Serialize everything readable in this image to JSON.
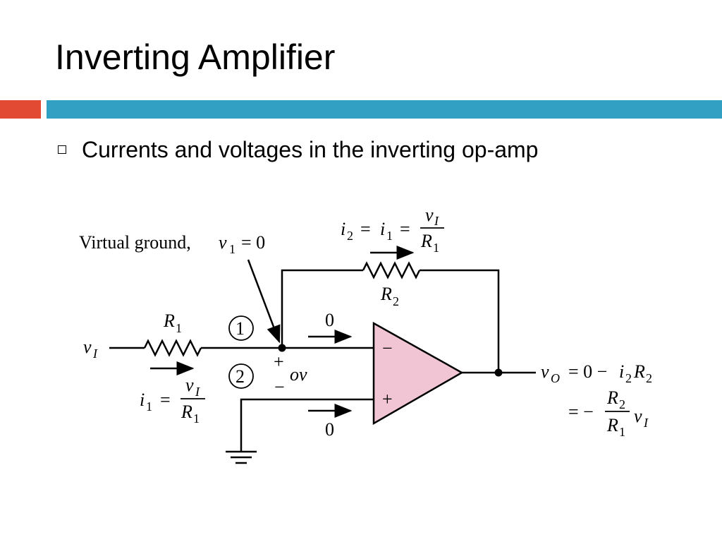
{
  "slide": {
    "title": "Inverting Amplifier",
    "bullet": "Currents and voltages in the inverting op-amp",
    "colors": {
      "accent_red": "#e24a33",
      "accent_blue": "#31a0c2",
      "opamp_fill": "#f1c5d3"
    }
  },
  "diagram": {
    "virtual_ground_label": "Virtual ground,",
    "v1": "v",
    "v1_sub": "1",
    "v1_eq": "= 0",
    "r1": "R",
    "r1_sub": "1",
    "r2": "R",
    "r2_sub": "2",
    "node1": "1",
    "node2": "2",
    "input_current_top": "0",
    "input_current_bottom": "0",
    "minus_terminal": "−",
    "plus_terminal": "+",
    "node_plus": "+",
    "node_minus": "−",
    "node_voltage": "ov",
    "vi": "v",
    "vi_sub": "I",
    "i2": "i",
    "i2_sub": "2",
    "i1": "i",
    "i1_sub": "1",
    "eq": "=",
    "vo": "v",
    "vo_sub": "O",
    "vo_expr_a": "= 0 −",
    "vo_expr_b": "= −"
  }
}
